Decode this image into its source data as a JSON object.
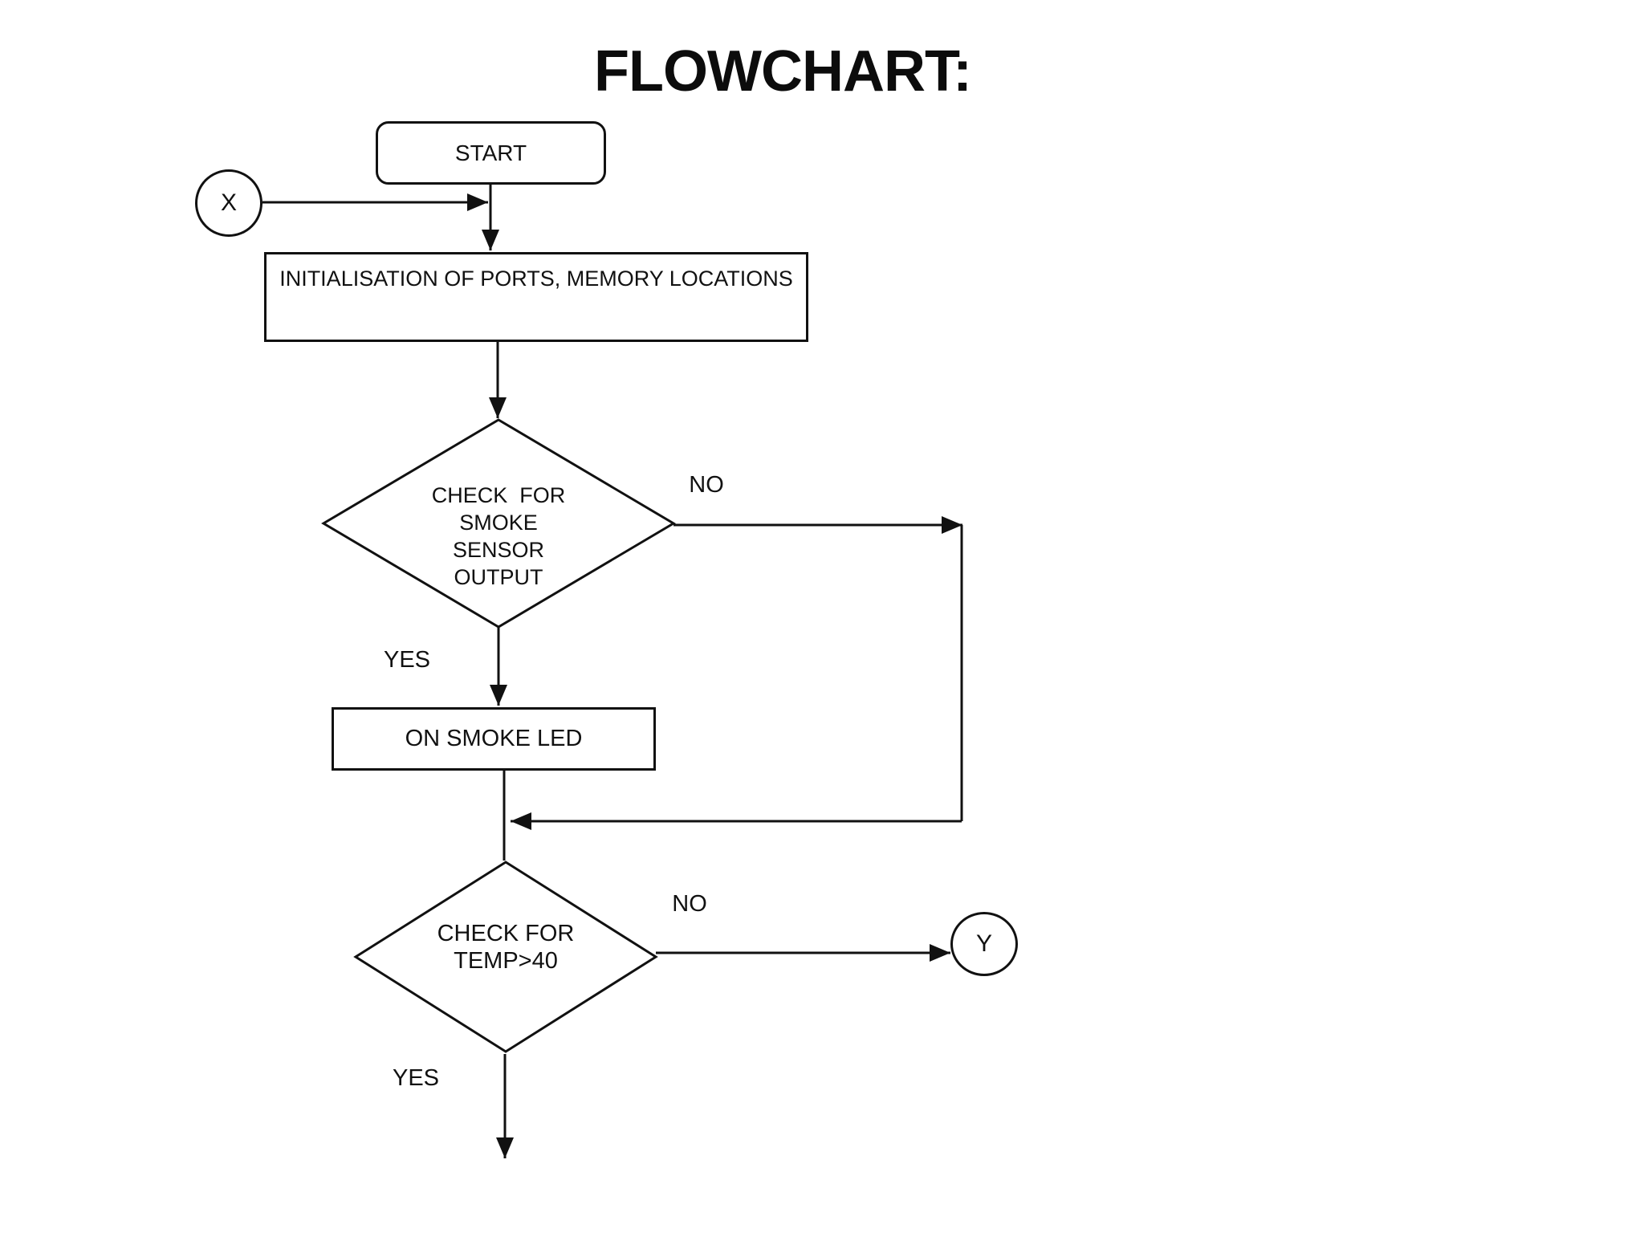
{
  "title": "FLOWCHART:",
  "nodes": {
    "start": {
      "label": "START"
    },
    "connector_x": {
      "label": "X"
    },
    "init": {
      "label": "INITIALISATION OF PORTS, MEMORY LOCATIONS"
    },
    "check_smoke": {
      "lines": [
        "CHECK  FOR",
        "SMOKE",
        "SENSOR",
        "OUTPUT"
      ]
    },
    "on_smoke_led": {
      "label": "ON SMOKE LED"
    },
    "check_temp": {
      "lines": [
        "CHECK FOR",
        "TEMP>40"
      ]
    },
    "connector_y": {
      "label": "Y"
    }
  },
  "edge_labels": {
    "smoke_no": "NO",
    "smoke_yes": "YES",
    "temp_no": "NO",
    "temp_yes": "YES"
  },
  "colors": {
    "ink": "#111111",
    "background": "#ffffff"
  }
}
